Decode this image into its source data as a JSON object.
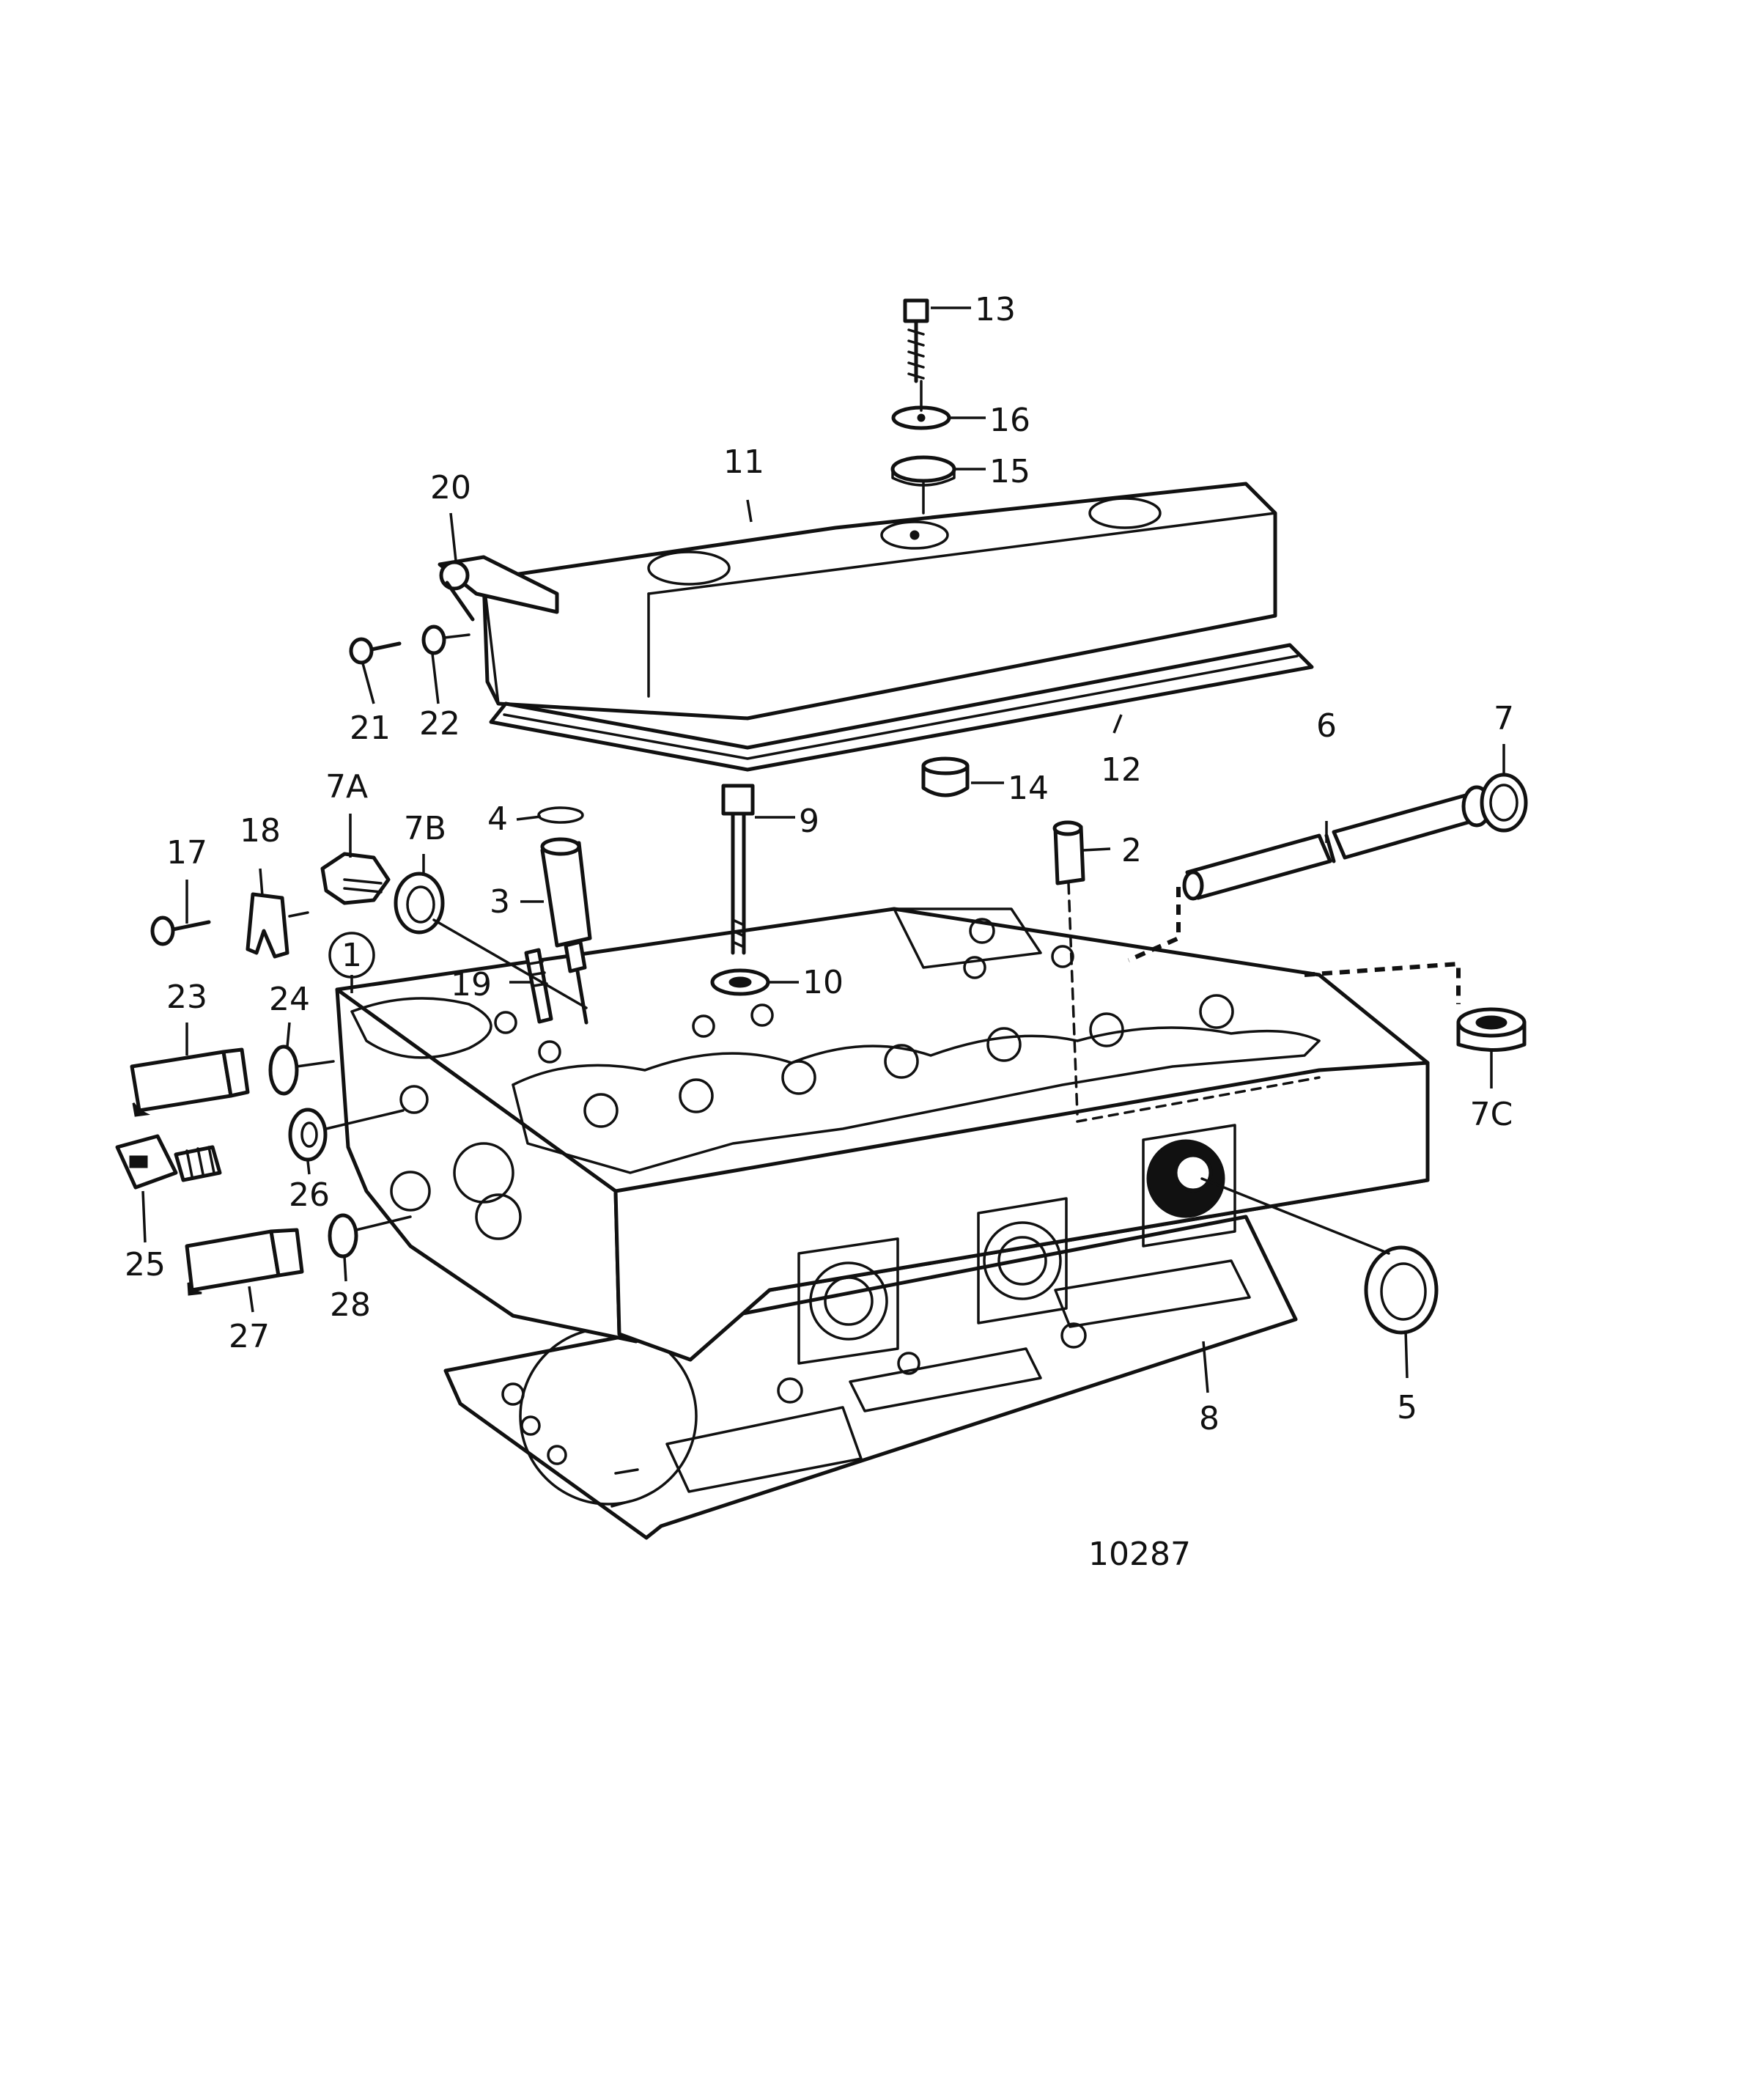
{
  "drawing_number": "10287",
  "callouts": {
    "c1": "1",
    "c2": "2",
    "c3": "3",
    "c4": "4",
    "c5": "5",
    "c6": "6",
    "c7": "7",
    "c7a": "7A",
    "c7b": "7B",
    "c7c": "7C",
    "c8": "8",
    "c9": "9",
    "c10": "10",
    "c11": "11",
    "c12": "12",
    "c13": "13",
    "c14": "14",
    "c15": "15",
    "c16": "16",
    "c17": "17",
    "c18": "18",
    "c19": "19",
    "c20": "20",
    "c21": "21",
    "c22": "22",
    "c23": "23",
    "c24": "24",
    "c25": "25",
    "c26": "26",
    "c27": "27",
    "c28": "28"
  }
}
